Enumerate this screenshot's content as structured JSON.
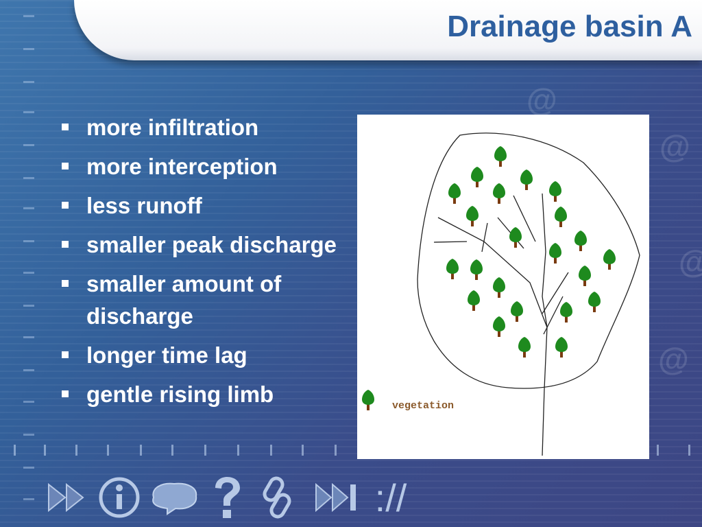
{
  "slide": {
    "title": "Drainage basin A",
    "bullets": [
      "more infiltration",
      "more interception",
      "less runoff",
      "smaller peak discharge",
      "smaller amount of discharge",
      "longer time lag",
      "gentle rising limb"
    ]
  },
  "diagram": {
    "legend_label": "vegetation",
    "colors": {
      "tree_crown": "#1e8a1e",
      "tree_trunk": "#7a3b10",
      "line": "#222222"
    }
  },
  "nav": {
    "icons": [
      "fast-forward-icon",
      "info-icon",
      "speech-bubble-icon",
      "question-icon",
      "link-icon",
      "skip-end-icon"
    ],
    "protocol_text": "://"
  }
}
